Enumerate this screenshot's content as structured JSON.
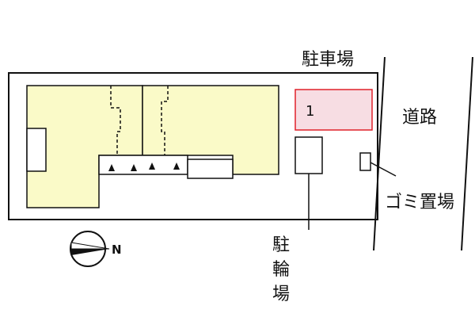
{
  "labels": {
    "parking_lot": "駐車場",
    "road": "道路",
    "garbage": "ゴミ置場",
    "bicycle_parking": [
      "駐",
      "輪",
      "場"
    ],
    "space_number": "1",
    "compass_letter": "N"
  },
  "colors": {
    "building_fill": "#fafac8",
    "parking_space_fill": "#f7dde3",
    "parking_space_border": "#e0202a",
    "line": "#111111"
  }
}
